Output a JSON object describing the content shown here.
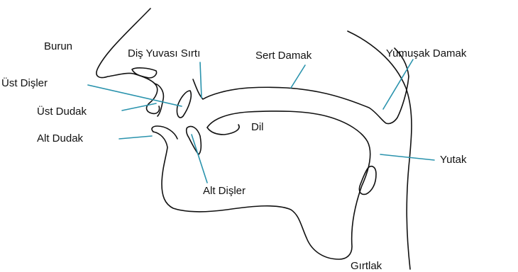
{
  "labels": {
    "burun": "Burun",
    "dis_yuvasi_sirti": "Diş Yuvası Sırtı",
    "sert_damak": "Sert Damak",
    "yumusak_damak": "Yumuşak Damak",
    "ust_disler": "Üst Dişler",
    "ust_dudak": "Üst Dudak",
    "alt_dudak": "Alt Dudak",
    "dil": "Dil",
    "yutak": "Yutak",
    "alt_disler": "Alt Dişler",
    "girtlak": "Gırtlak"
  },
  "colors": {
    "outline": "#111111",
    "leader": "#2a93ad",
    "text": "#111111",
    "background": "#ffffff"
  }
}
